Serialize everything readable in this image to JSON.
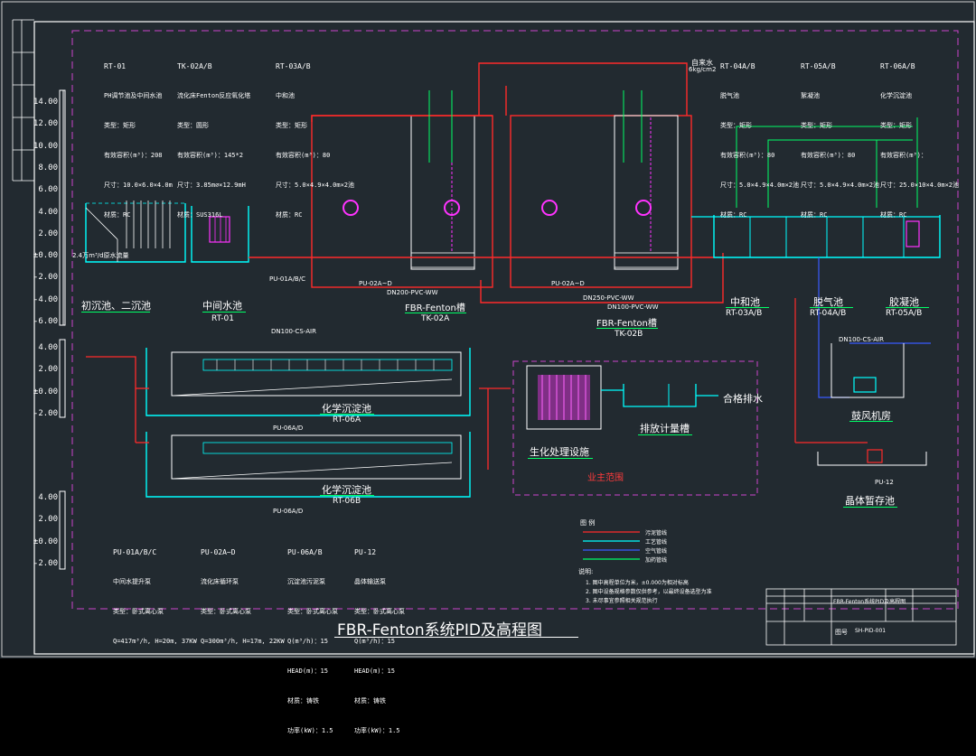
{
  "drawing_title": "FBR-Fenton系统PID及高程图",
  "colors": {
    "background": "#222a30",
    "frame": "#ffffff",
    "pipe_sludge": "#ff2a2a",
    "pipe_water": "#00ffff",
    "pipe_air": "#3a5bff",
    "pipe_chem": "#00ff66",
    "equipment_magenta": "#ff33ff",
    "boundary_dash": "#cc44cc",
    "text": "#ffffff"
  },
  "equipment_specs": {
    "rt01": {
      "code": "RT-01",
      "lines": [
        "PH调节池及中间水池",
        "类型：矩形",
        "有效容积(m³)：208",
        "尺寸：10.0×6.0×4.0m",
        "材质：RC"
      ]
    },
    "tk02": {
      "code": "TK-02A/B",
      "lines": [
        "流化床Fenton反应氧化塔",
        "类型：圆形",
        "有效容积(m³)：145*2",
        "尺寸：3.85m∅×12.9mH",
        "材质：SUS316L"
      ]
    },
    "rt03": {
      "code": "RT-03A/B",
      "lines": [
        "中和池",
        "类型：矩形",
        "有效容积(m³)：80",
        "尺寸：5.0×4.9×4.0m×2池",
        "材质：RC"
      ]
    },
    "rt04": {
      "code": "RT-04A/B",
      "lines": [
        "脱气池",
        "类型：矩形",
        "有效容积(m³)：80",
        "尺寸：5.0×4.9×4.0m×2池",
        "材质：RC"
      ]
    },
    "rt05a": {
      "code": "RT-05A/B",
      "lines": [
        "絮凝池",
        "类型：矩形",
        "有效容积(m³)：80",
        "尺寸：5.0×4.9×4.0m×2池",
        "材质：RC"
      ]
    },
    "rt06": {
      "code": "RT-06A/B",
      "lines": [
        "化学沉淀池",
        "类型：矩形",
        "有效容积(m³)：",
        "尺寸：25.0×10×4.0m×2池",
        "材质：RC"
      ]
    }
  },
  "pump_specs": {
    "pu01": {
      "code": "PU-01A/B/C",
      "lines": [
        "中间水提升泵",
        "类型：卧式离心泵",
        "Q=417m³/h, H=20m, 37KW"
      ]
    },
    "pu02": {
      "code": "PU-02A~D",
      "lines": [
        "流化床循环泵",
        "类型：卧式离心泵",
        "Q=300m³/h, H=17m, 22KW"
      ]
    },
    "pu06": {
      "code": "PU-06A/B",
      "lines": [
        "沉淀池污泥泵",
        "类型：卧式离心泵",
        "Q(m³/h)：15",
        "HEAD(m)：15",
        "材质：铸铁",
        "功率(kW)：1.5"
      ]
    },
    "pu12": {
      "code": "PU-12",
      "lines": [
        "晶体输送泵",
        "类型：卧式离心泵",
        "Q(m³/h)：15",
        "HEAD(m)：15",
        "材质：铸铁",
        "功率(kW)：1.5"
      ]
    }
  },
  "unit_labels": {
    "primary": "初沉池、二沉池",
    "mid_tank": "中间水池",
    "mid_tank_code": "RT-01",
    "fenton_a": "FBR-Fenton槽",
    "fenton_a_code": "TK-02A",
    "fenton_b": "FBR-Fenton槽",
    "fenton_b_code": "TK-02B",
    "neutral": "中和池",
    "neutral_code": "RT-03A/B",
    "degas": "脱气池",
    "degas_code": "RT-04A/B",
    "floc": "胶凝池",
    "floc_code": "RT-05A/B",
    "chem_a": "化学沉淀池",
    "chem_a_code": "RT-06A",
    "chem_b": "化学沉淀池",
    "chem_b_code": "RT-06B",
    "bio": "生化处理设施",
    "discharge_tank": "排放计量槽",
    "qualified": "合格排水",
    "owner_scope": "业主范围",
    "blower": "鼓风机房",
    "crystal": "晶体暂存池",
    "pump_pu01": "PU-01A/B/C",
    "pump_pu02a": "PU-02A~D",
    "pump_pu02b": "PU-02A~D",
    "pump_pu06a": "PU-06A/D",
    "pump_pu06b": "PU-06A/D",
    "pump_pu12": "PU-12",
    "tap_water": "自来水",
    "tap_water_pressure": "6kg/cm2",
    "pipe_dn200": "DN200-PVC-WW",
    "pipe_dn250": "DN250-PVC-WW",
    "pipe_dn100_ww": "DN100-PVC-WW",
    "pipe_dn100_air": "DN100-CS-AIR",
    "pipe_dn100_air2": "DN100-CS-AIR",
    "inflow_note": "2.4万m³/d原水流量"
  },
  "elevation_axes": {
    "top": [
      "14.00",
      "12.00",
      "10.00",
      "8.00",
      "6.00",
      "4.00",
      "2.00",
      "±0.00",
      "-2.00",
      "-4.00",
      "-6.00"
    ],
    "mid": [
      "4.00",
      "2.00",
      "±0.00",
      "-2.00"
    ],
    "bottom": [
      "4.00",
      "2.00",
      "±0.00",
      "-2.00"
    ]
  },
  "legend": {
    "title": "图 例",
    "items": [
      {
        "label": "污泥管线",
        "color": "#ff2a2a"
      },
      {
        "label": "工艺管线",
        "color": "#00ffff"
      },
      {
        "label": "空气管线",
        "color": "#3a5bff"
      },
      {
        "label": "加药管线",
        "color": "#00ff66"
      }
    ]
  },
  "notes": {
    "title": "说明:",
    "lines": [
      "1. 图中高程单位为米，±0.000为相对标高",
      "2. 图中设备规格参数仅供参考，以最终设备选型为准",
      "3. 未尽事宜参照相关规范执行"
    ]
  },
  "title_block": {
    "project": "FBR-Fenton系统PID及高程图",
    "drawing_no_label": "图号",
    "drawing_no": "SH-PID-001"
  }
}
